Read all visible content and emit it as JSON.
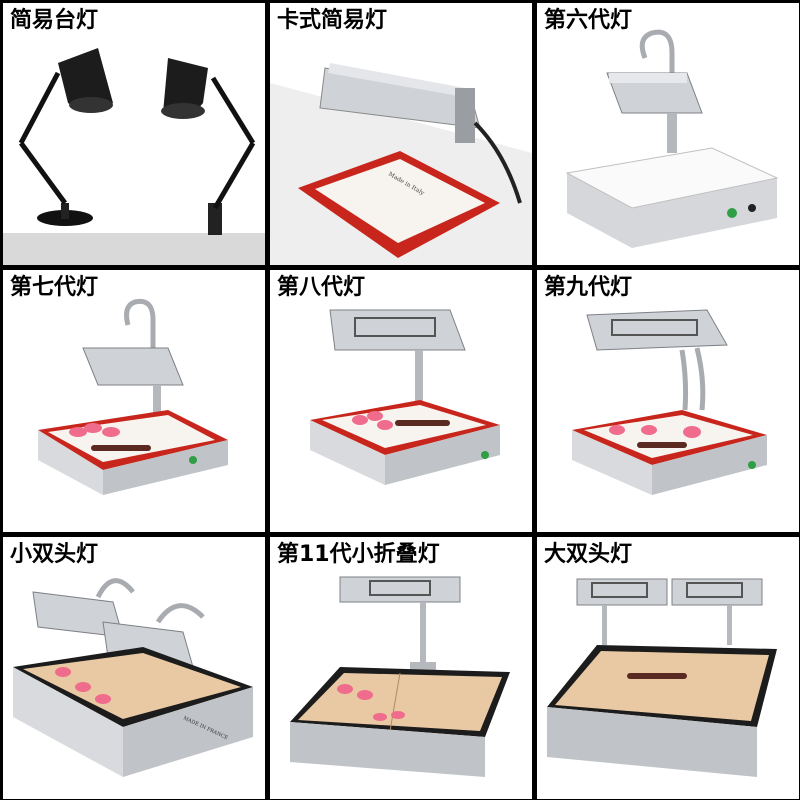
{
  "products": [
    {
      "label": "简易台灯"
    },
    {
      "label": "卡式简易灯"
    },
    {
      "label": "第六代灯"
    },
    {
      "label": "第七代灯"
    },
    {
      "label": "第八代灯"
    },
    {
      "label": "第九代灯"
    },
    {
      "label": "小双头灯"
    },
    {
      "label": "第11代小折叠灯"
    },
    {
      "label": "大双头灯"
    }
  ],
  "mat_text": {
    "made_in_italy": "Made in Italy",
    "made_in_france": "MADE IN FRANCE"
  },
  "colors": {
    "mat_red": "#c8261c",
    "mat_tan": "#e8c9a4",
    "steel": "#c9ccd0",
    "pink_sugar": "#f06c8c",
    "lamp_black": "#1c1c1c"
  }
}
